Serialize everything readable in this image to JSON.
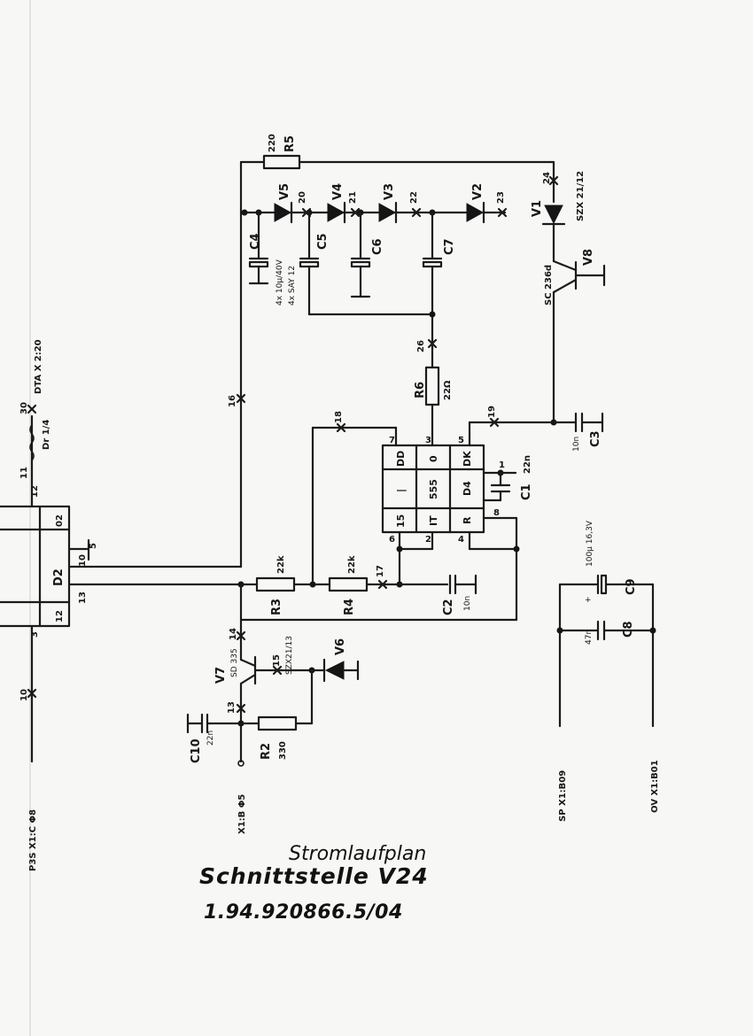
{
  "title": {
    "line1": "Stromlaufplan",
    "line2": "Schnittstelle V24",
    "drawing_number": "1.94.920866.5/04"
  },
  "components": {
    "R5": {
      "ref": "R5",
      "value": "220"
    },
    "R6": {
      "ref": "R6",
      "value": "22Ω"
    },
    "R3": {
      "ref": "R3",
      "value": "22k"
    },
    "R4": {
      "ref": "R4",
      "value": "22k"
    },
    "R2": {
      "ref": "R2",
      "value": "330"
    },
    "V1": {
      "ref": "V1",
      "type": "SZX 21/12"
    },
    "V2": {
      "ref": "V2"
    },
    "V3": {
      "ref": "V3"
    },
    "V4": {
      "ref": "V4"
    },
    "V5": {
      "ref": "V5"
    },
    "V6": {
      "ref": "V6",
      "type": "SZX21/13"
    },
    "V7": {
      "ref": "V7",
      "type": "SD 335"
    },
    "V8": {
      "ref": "V8",
      "type": "SC 236d"
    },
    "C1": {
      "ref": "C1",
      "value": "22n"
    },
    "C2": {
      "ref": "C2",
      "value": "10n"
    },
    "C3": {
      "ref": "C3",
      "value": "10n"
    },
    "C4": {
      "ref": "C4",
      "value": "4x 10μ/40V",
      "value2": "4x SAY 12"
    },
    "C5": {
      "ref": "C5"
    },
    "C6": {
      "ref": "C6"
    },
    "C7": {
      "ref": "C7"
    },
    "C8": {
      "ref": "C8",
      "value": "47n"
    },
    "C9": {
      "ref": "C9",
      "value": "100μ 16,3V"
    },
    "C10": {
      "ref": "C10",
      "value": "22n"
    },
    "D2": {
      "ref": "D2"
    },
    "D4": {
      "ref": "D4",
      "type": "555"
    },
    "Dr": {
      "ref": "Dr 1/4"
    }
  },
  "ic555": {
    "cells": [
      "DD",
      "0",
      "DK",
      "|",
      "555",
      "D4",
      "15",
      "IT",
      "R"
    ],
    "pins": [
      "7",
      "3",
      "5",
      "1",
      "6",
      "2",
      "4",
      "8"
    ]
  },
  "d2": {
    "pins": [
      "12",
      "02",
      "10",
      "13",
      "12",
      "5",
      "3",
      "11"
    ]
  },
  "test_points": [
    "10",
    "11",
    "14",
    "15",
    "13",
    "16",
    "17",
    "18",
    "19",
    "20",
    "21",
    "22",
    "23",
    "24",
    "26",
    "30"
  ],
  "connectors": {
    "dta": "DTA X 2:20",
    "p3s": "P3S X1:C Φ8",
    "x1b": "X1:B Φ5",
    "sp": "SP X1:B09",
    "ov": "OV X1:B01"
  }
}
